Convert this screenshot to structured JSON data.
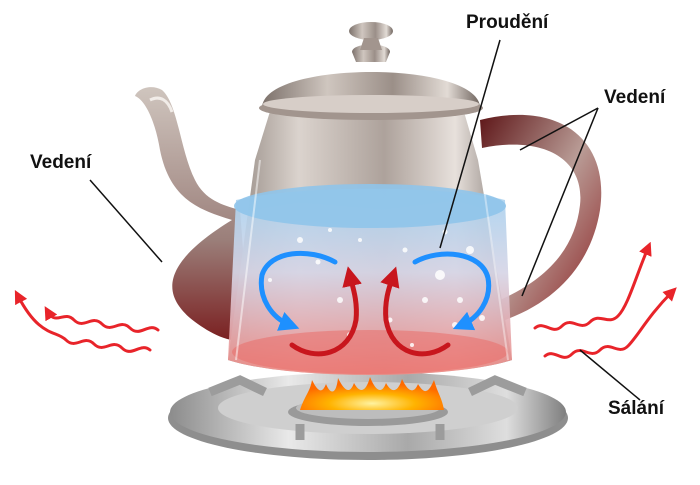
{
  "labels": {
    "convection": "Proudění",
    "conduction_left": "Vedení",
    "conduction_right": "Vedení",
    "radiation": "Sálání"
  },
  "colors": {
    "radiation_wave": "#e8242a",
    "convection_cold": "#1e90ff",
    "convection_hot": "#c8161d",
    "water_top": "#9cc8ea",
    "water_bottom": "#f08a84",
    "flame": "#ff9a00",
    "metal": "#b9aea6",
    "handle_dark": "#6e1d1d"
  }
}
